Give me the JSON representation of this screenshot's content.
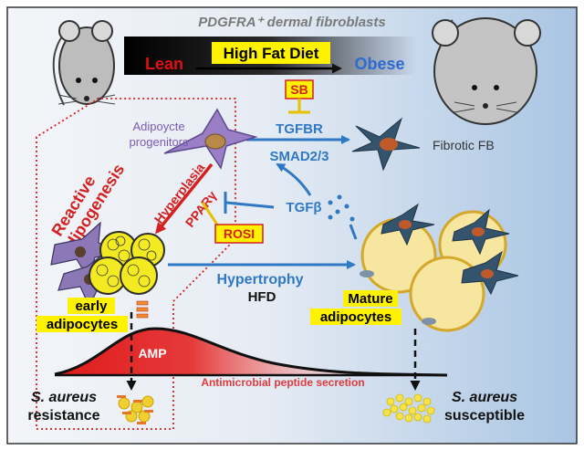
{
  "header": {
    "title": "PDGFRA⁺ dermal fibroblasts",
    "lean_label": "Lean",
    "diet_label": "High Fat Diet",
    "obese_label": "Obese"
  },
  "signaling": {
    "inhibitor": "SB",
    "receptor": "TGFBR",
    "smad": "SMAD2/3",
    "ligand": "TGFβ",
    "fibrotic_label": "Fibrotic FB"
  },
  "progenitors": {
    "line1": "Adipoycte",
    "line2": "progenitors"
  },
  "adipogenesis": {
    "reactive_line1": "Reactive",
    "reactive_line2": "adipogenesis",
    "hyperplasia": "Hyperplasia",
    "ppar": "PPARγ",
    "rosi": "ROSI"
  },
  "adipocytes": {
    "early_line1": "early",
    "early_line2": "adipocytes",
    "hypertrophy": "Hypertrophy",
    "hfd": "HFD",
    "mature_line1": "Mature",
    "mature_line2": "adipocytes"
  },
  "amp": {
    "label": "AMP",
    "secretion": "Antimicrobial peptide secretion"
  },
  "outcomes": {
    "left_species": "S. aureus",
    "left_state": "resistance",
    "right_species": "S. aureus",
    "right_state": "susceptible"
  },
  "colors": {
    "panel_left": "#f3f5f8",
    "panel_right": "#a9c5e3",
    "arrow_blue": "#2e78c4",
    "red": "#d42020",
    "highlight_yellow": "#fff200",
    "purple": "#9a7fc6",
    "fibroblast_blue": "#34546e"
  }
}
